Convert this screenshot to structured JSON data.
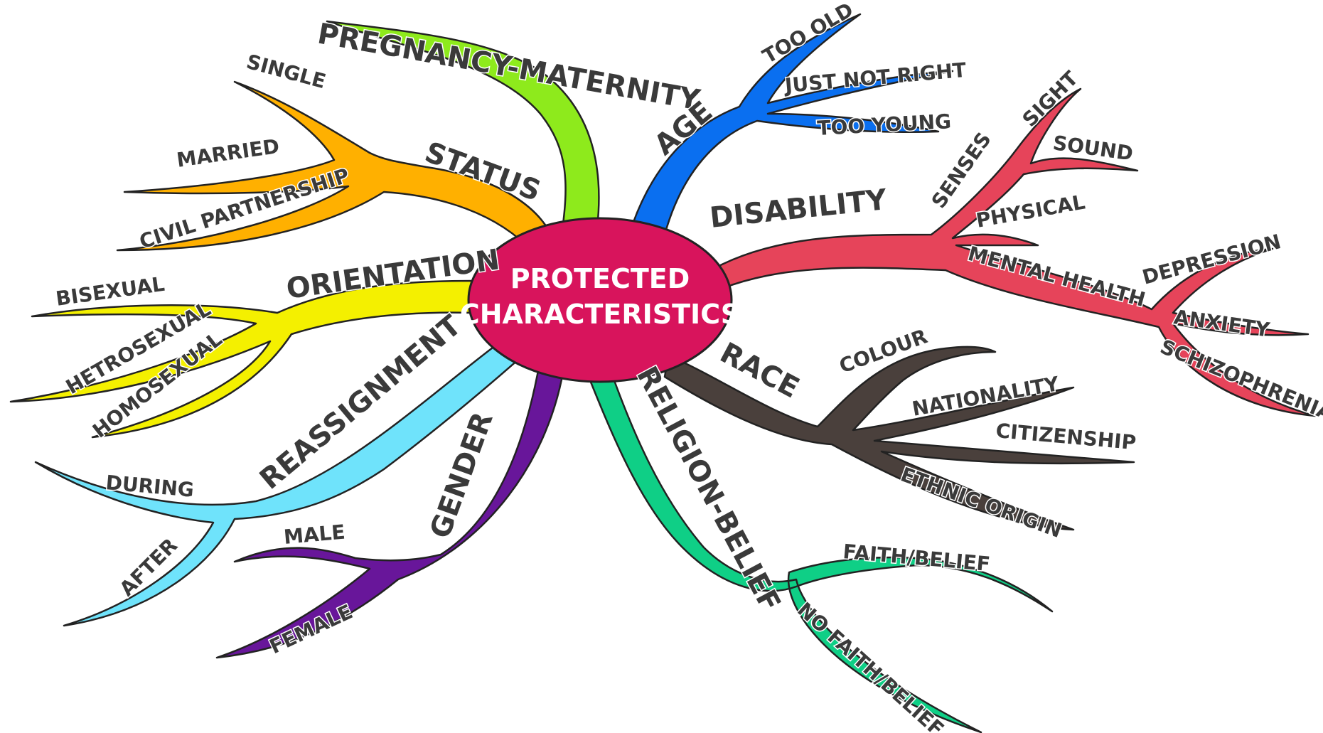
{
  "center": {
    "line1": "PROTECTED",
    "line2": "CHARACTERISTICS",
    "color": "#d8145c"
  },
  "branches": [
    {
      "id": "pregnancy",
      "label": "PREGNANCY-MATERNITY",
      "color": "#8eea1c",
      "subs": []
    },
    {
      "id": "status",
      "label": "STATUS",
      "color": "#ffb000",
      "subs": [
        "SINGLE",
        "MARRIED",
        "CIVIL PARTNERSHIP"
      ]
    },
    {
      "id": "orientation",
      "label": "ORIENTATION",
      "color": "#f4f000",
      "subs": [
        "BISEXUAL",
        "HETROSEXUAL",
        "HOMOSEXUAL"
      ]
    },
    {
      "id": "reassignment",
      "label": "REASSIGNMENT",
      "color": "#6fe3fb",
      "subs": [
        "DURING",
        "AFTER"
      ]
    },
    {
      "id": "gender",
      "label": "GENDER",
      "color": "#68169a",
      "subs": [
        "MALE",
        "FEMALE"
      ]
    },
    {
      "id": "religion",
      "label": "RELIGION-BELIEF",
      "color": "#0fcf86",
      "subs": [
        "FAITH/BELIEF",
        "NO FAITH/BELIEF"
      ]
    },
    {
      "id": "race",
      "label": "RACE",
      "color": "#4a403c",
      "subs": [
        "COLOUR",
        "NATIONALITY",
        "CITIZENSHIP",
        "ETHNIC ORIGIN"
      ]
    },
    {
      "id": "disability",
      "label": "DISABILITY",
      "color": "#e6445a",
      "subs": [
        "SENSES",
        "SIGHT",
        "SOUND",
        "PHYSICAL",
        "MENTAL HEALTH",
        "DEPRESSION",
        "ANXIETY",
        "SCHIZOPHRENIA"
      ]
    },
    {
      "id": "age",
      "label": "AGE",
      "color": "#0a6ff0",
      "subs": [
        "TOO OLD",
        "JUST NOT RIGHT",
        "TOO YOUNG"
      ]
    }
  ]
}
